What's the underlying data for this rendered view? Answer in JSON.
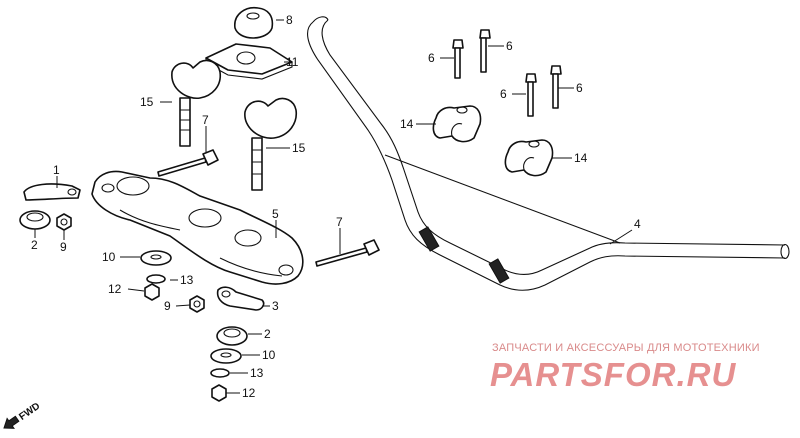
{
  "labels": {
    "l1": "1",
    "l2a": "2",
    "l2b": "2",
    "l3": "3",
    "l4": "4",
    "l5": "5",
    "l6a": "6",
    "l6b": "6",
    "l6c": "6",
    "l6d": "6",
    "l7a": "7",
    "l7b": "7",
    "l8": "8",
    "l9a": "9",
    "l9b": "9",
    "l10a": "10",
    "l10b": "10",
    "l11": "11",
    "l12a": "12",
    "l12b": "12",
    "l13a": "13",
    "l13b": "13",
    "l14a": "14",
    "l14b": "14",
    "l15a": "15",
    "l15b": "15"
  },
  "fwd_label": "FWD",
  "watermark": {
    "subtitle": "ЗАПЧАСТИ И АКСЕССУАРЫ ДЛЯ МОТОТЕХНИКИ",
    "logo": "PARTSFOR.RU"
  }
}
